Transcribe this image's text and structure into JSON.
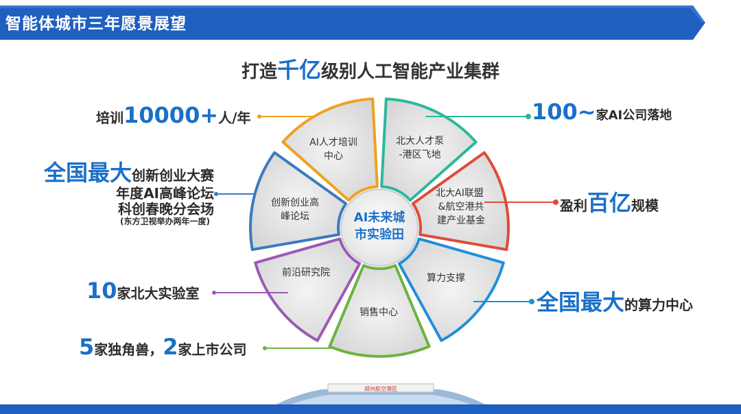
{
  "header": {
    "title": "智能体城市三年愿景展望"
  },
  "subtitle": {
    "prefix": "打造",
    "highlight": "千亿",
    "suffix": "级别人工智能产业集群"
  },
  "center": {
    "line1": "AI未来城",
    "line2": "市实验田"
  },
  "segments": [
    {
      "line1": "AI人才培训",
      "line2": "中心",
      "color": "#f0a020"
    },
    {
      "line1": "北大人才泵",
      "line2": "-港区飞地",
      "color": "#2bb79a"
    },
    {
      "line1": "北大AI联盟",
      "line2": "&航空港共",
      "line3": "建产业基金",
      "color": "#e04a3a"
    },
    {
      "line1": "算力支撑",
      "line2": "",
      "color": "#1f8fd8"
    },
    {
      "line1": "销售中心",
      "line2": "",
      "color": "#6cb33f"
    },
    {
      "line1": "前沿研究院",
      "line2": "",
      "color": "#9b59b6"
    },
    {
      "line1": "创新创业高",
      "line2": "峰论坛",
      "color": "#3a7abf"
    }
  ],
  "annotations": {
    "training": {
      "pre": "培训",
      "big": "10000+",
      "post": "人/年"
    },
    "companies": {
      "big": "100~",
      "post": "家AI公司落地"
    },
    "profit": {
      "pre": "盈利",
      "big": "百亿",
      "post": "规模"
    },
    "compute": {
      "big": "全国最大",
      "post": "的算力中心"
    },
    "listing": {
      "big1": "5",
      "mid1": "家独角兽，",
      "big2": "2",
      "mid2": "家上市公司"
    },
    "labs": {
      "big": "10",
      "post": "家北大实验室"
    },
    "contest": {
      "big": "全国最大",
      "line1_post": "创新创业大赛",
      "line2": "年度AI高峰论坛",
      "line3": "科创春晚分会场",
      "line4": "(东方卫视举办两年一度)"
    }
  },
  "footer": {
    "building_sign": "郑州航空港区"
  }
}
